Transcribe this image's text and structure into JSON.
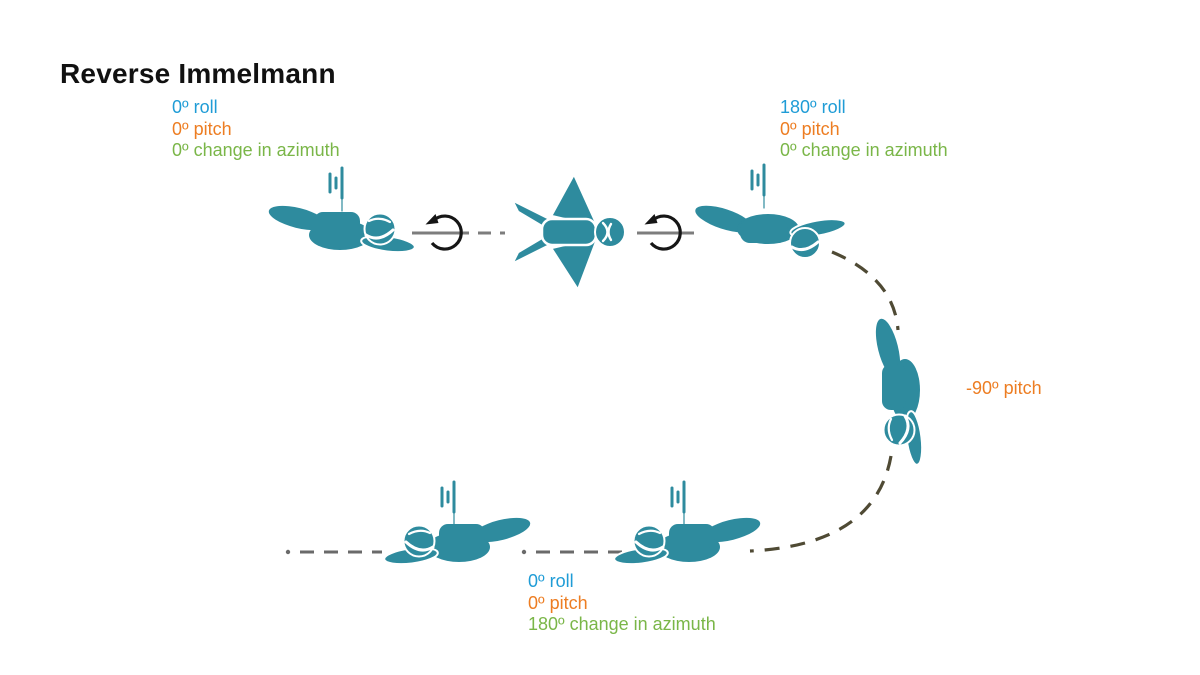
{
  "title": "Reverse Immelmann",
  "colors": {
    "figure_teal": "#2e8b9e",
    "roll_blue": "#1f9cd6",
    "pitch_orange": "#ed7d22",
    "azimuth_green": "#7ab648",
    "path_gray": "#7d7d7d",
    "loop_olive": "#4f4a34",
    "arrow_black": "#161616"
  },
  "labels": {
    "start": {
      "roll": "0º roll",
      "pitch": "0º pitch",
      "azimuth": "0º change in azimuth"
    },
    "after_roll": {
      "roll": "180º roll",
      "pitch": "0º pitch",
      "azimuth": "0º change in azimuth"
    },
    "dive": {
      "pitch": "-90º pitch"
    },
    "end": {
      "roll": "0º roll",
      "pitch": "0º pitch",
      "azimuth": "180º change in azimuth"
    }
  },
  "icons": {
    "figures": [
      "flyer-belly-right-icon",
      "wingsuit-top-view-icon",
      "flyer-on-back-icon",
      "flyer-head-down-icon",
      "flyer-belly-left-near-icon",
      "flyer-belly-left-far-icon"
    ],
    "rotation_arrows": 2,
    "airflow_line_groups": 4
  }
}
